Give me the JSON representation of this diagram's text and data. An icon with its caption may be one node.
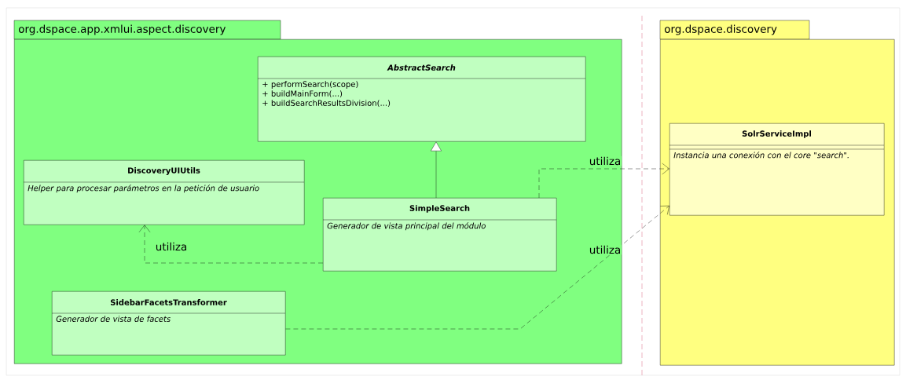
{
  "diagram": {
    "nodes": [
      {
        "text": [
          "org.dspace.app.xmlui.aspect.discovery"
        ]
      },
      {
        "text": [
          "AbstractSearch",
          "+ performSearch(scope)",
          "+ buildMainForm(...)",
          "+ buildSearchResultsDivision(...)"
        ],
        "in": 0
      },
      {
        "text": [
          "DiscoveryUIUtils",
          "Helper para procesar parámetros en la petición de usuario"
        ],
        "in": 0
      },
      {
        "text": [
          "SimpleSearch",
          "Generador de vista principal del módulo"
        ],
        "in": 0
      },
      {
        "text": [
          "SidebarFacetsTransformer",
          "Generador de vista de facets"
        ],
        "in": 0
      },
      {
        "text": [
          "org.dspace.discovery"
        ]
      },
      {
        "text": [
          "SolrServiceImpl",
          "Instancia una conexión con el core \"search\"."
        ],
        "in": 5
      }
    ],
    "edges": [
      {
        "from": 3,
        "to": 1,
        "arrow": "to"
      },
      {
        "from": 3,
        "to": 2,
        "arrow": "to",
        "style": "dashed",
        "label": "utiliza"
      },
      {
        "from": 3,
        "to": 6,
        "arrow": "to",
        "style": "dashed",
        "label": "utiliza"
      },
      {
        "from": 4,
        "to": 6,
        "arrow": "to",
        "style": "dashed",
        "label": "utiliza"
      }
    ]
  }
}
